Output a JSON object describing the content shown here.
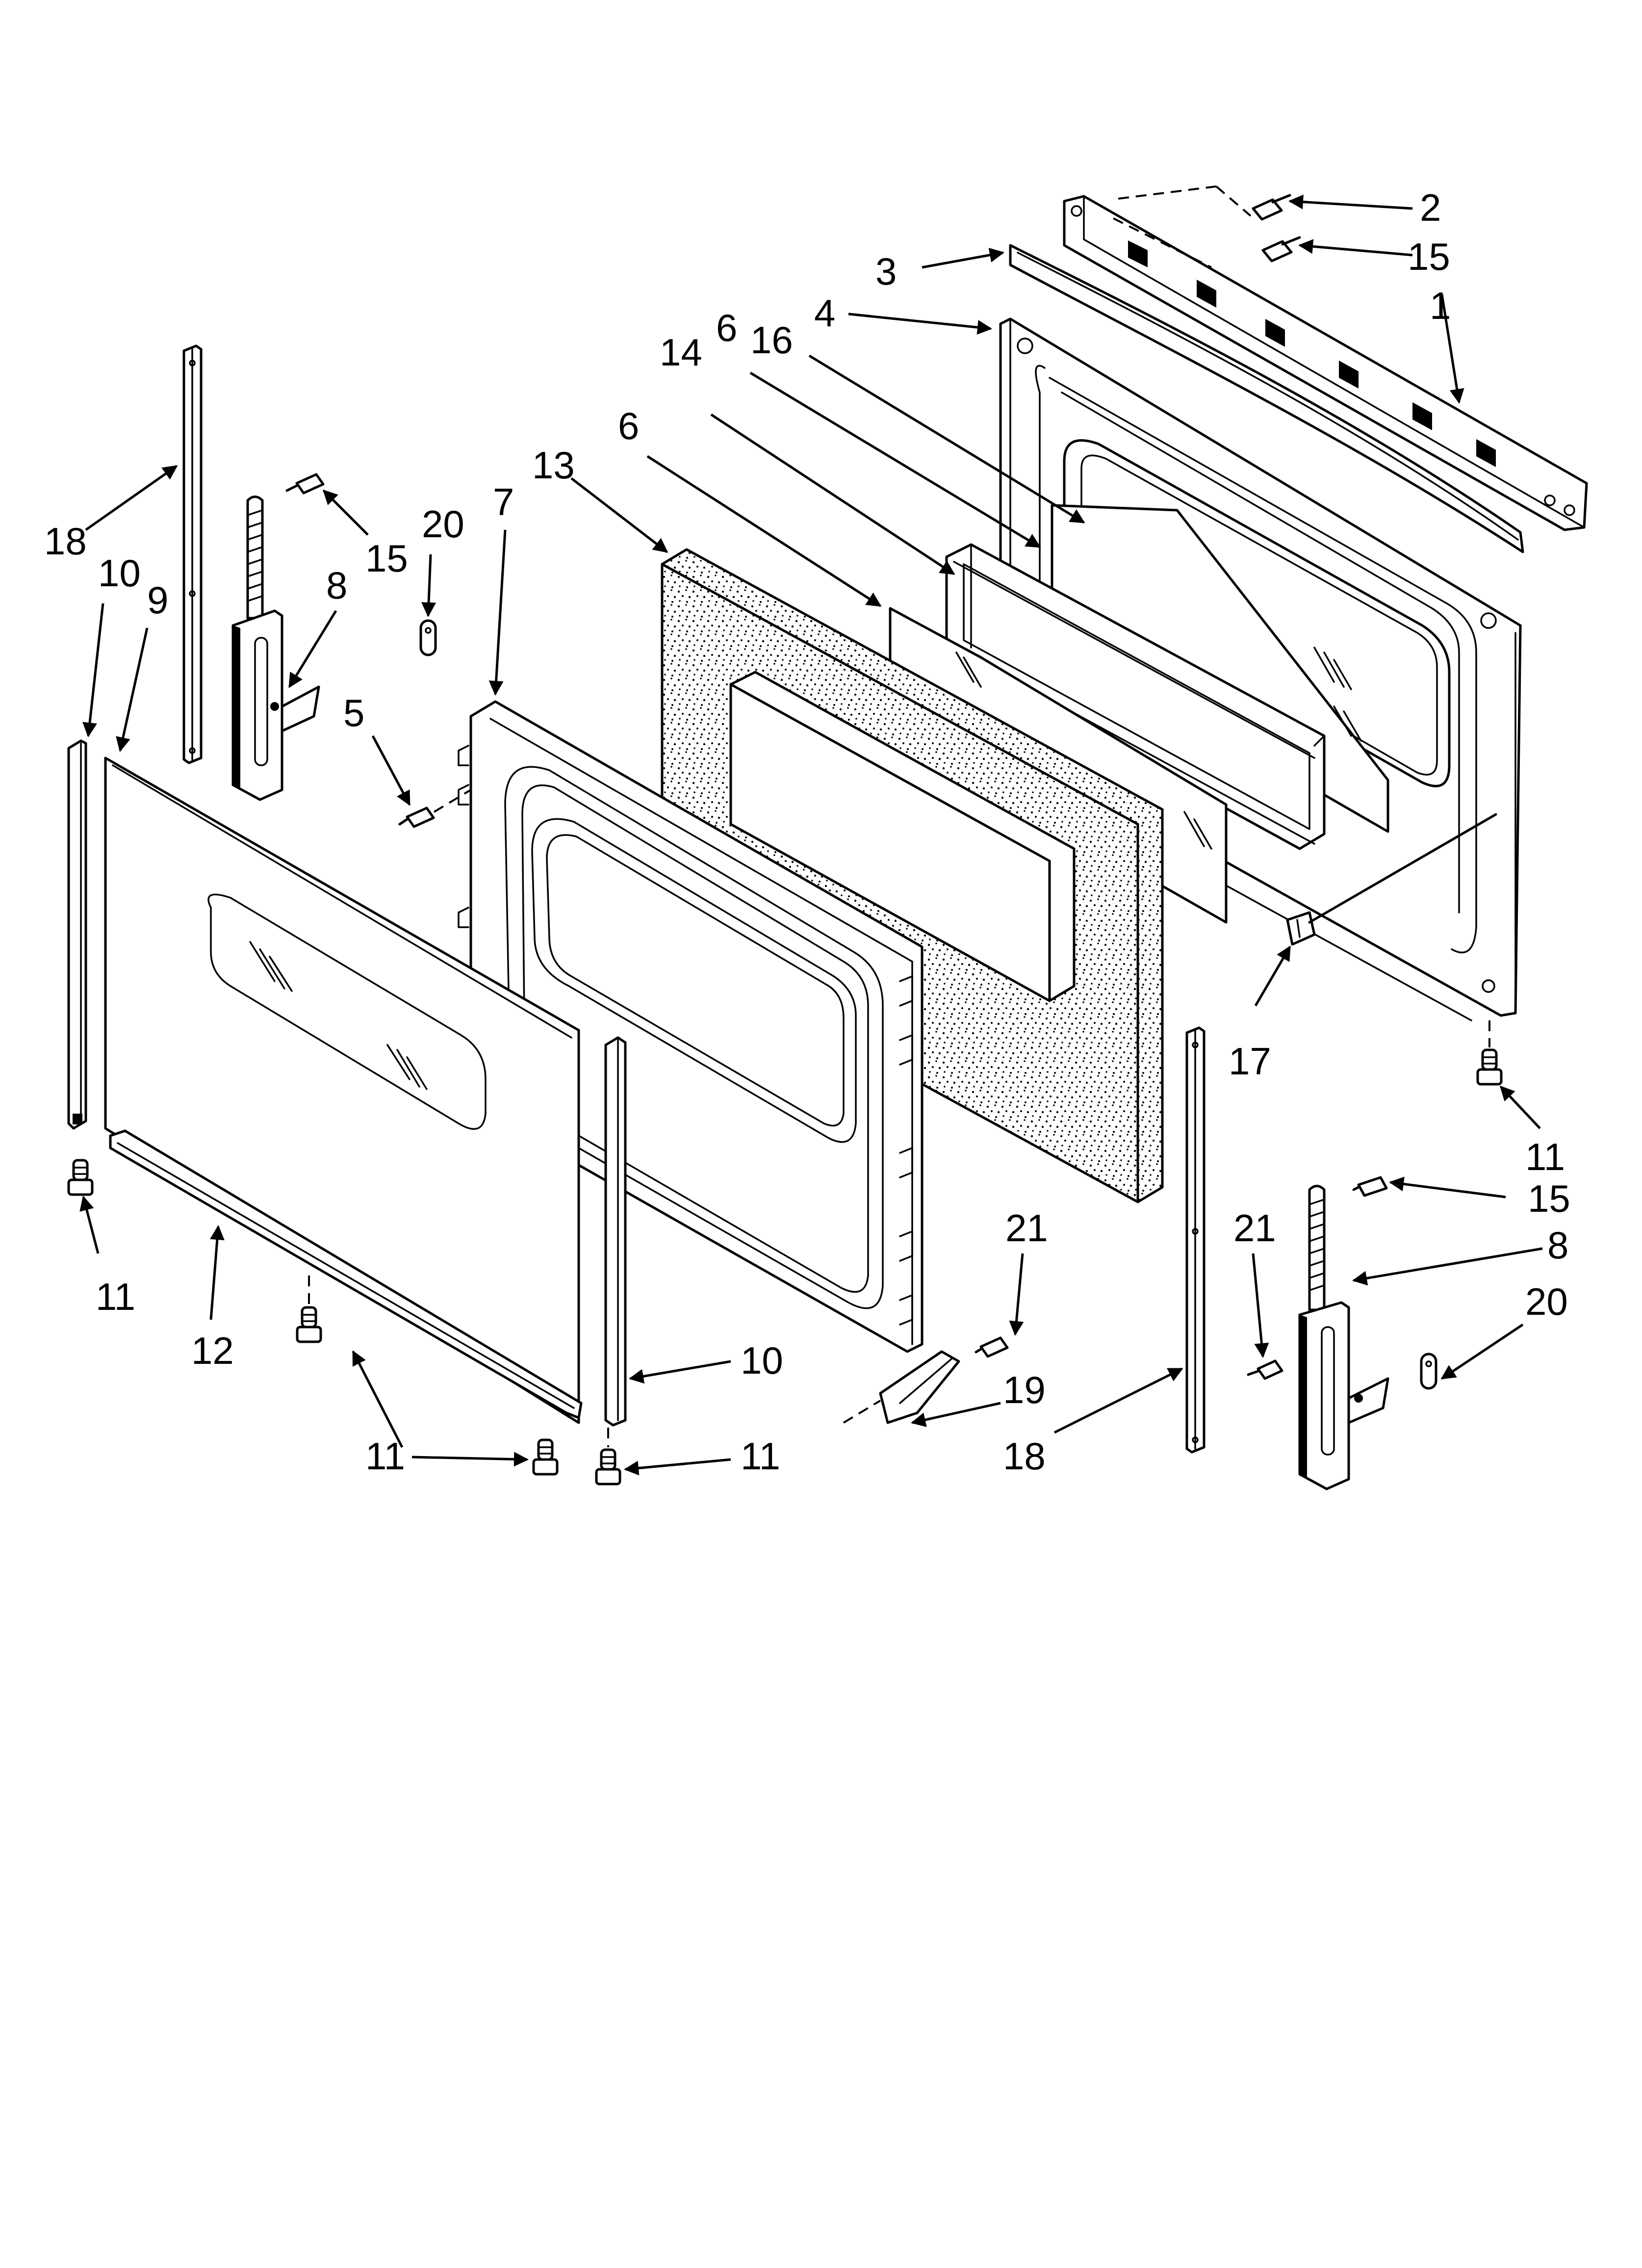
{
  "diagram": {
    "callouts": [
      {
        "id": "c2",
        "text": "2"
      },
      {
        "id": "c15a",
        "text": "15"
      },
      {
        "id": "c3",
        "text": "3"
      },
      {
        "id": "c1",
        "text": "1"
      },
      {
        "id": "c4",
        "text": "4"
      },
      {
        "id": "c16",
        "text": "16"
      },
      {
        "id": "c6a",
        "text": "6"
      },
      {
        "id": "c14",
        "text": "14"
      },
      {
        "id": "c6b",
        "text": "6"
      },
      {
        "id": "c13",
        "text": "13"
      },
      {
        "id": "c7",
        "text": "7"
      },
      {
        "id": "c20a",
        "text": "20"
      },
      {
        "id": "c18a",
        "text": "18"
      },
      {
        "id": "c15b",
        "text": "15"
      },
      {
        "id": "c10a",
        "text": "10"
      },
      {
        "id": "c9",
        "text": "9"
      },
      {
        "id": "c8a",
        "text": "8"
      },
      {
        "id": "c5",
        "text": "5"
      },
      {
        "id": "c17",
        "text": "17"
      },
      {
        "id": "c11a",
        "text": "11"
      },
      {
        "id": "c15c",
        "text": "15"
      },
      {
        "id": "c21a",
        "text": "21"
      },
      {
        "id": "c21b",
        "text": "21"
      },
      {
        "id": "c8b",
        "text": "8"
      },
      {
        "id": "c20b",
        "text": "20"
      },
      {
        "id": "c11b",
        "text": "11"
      },
      {
        "id": "c12",
        "text": "12"
      },
      {
        "id": "c10b",
        "text": "10"
      },
      {
        "id": "c19",
        "text": "19"
      },
      {
        "id": "c11c",
        "text": "11"
      },
      {
        "id": "c11d",
        "text": "11"
      },
      {
        "id": "c18b",
        "text": "18"
      }
    ]
  }
}
